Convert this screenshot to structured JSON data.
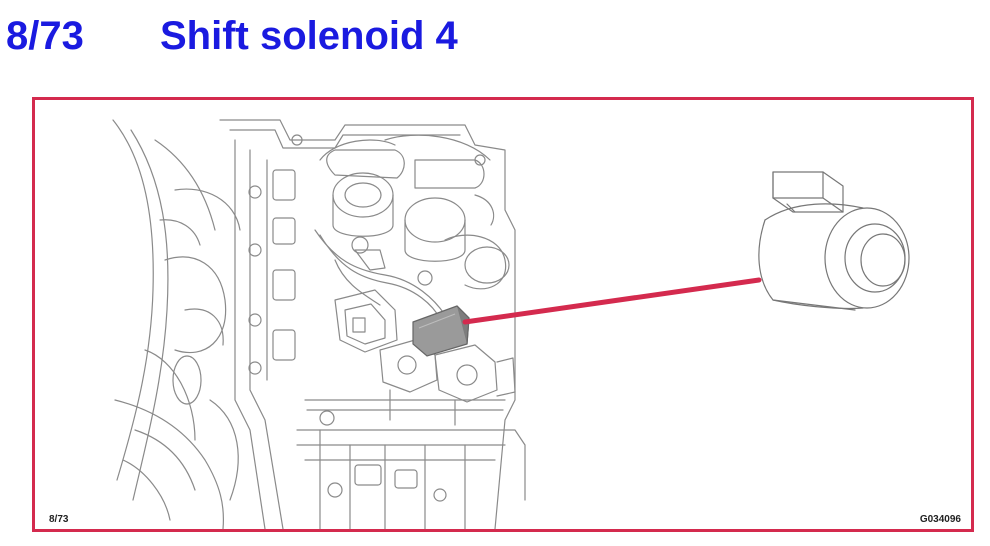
{
  "header": {
    "page_number": "8/73",
    "title": "Shift solenoid 4"
  },
  "figure": {
    "page_ref": "8/73",
    "figure_code": "G034096",
    "highlighted_part": "shift-solenoid-4",
    "colors": {
      "title": "#1a1ae0",
      "frame": "#d42a4e",
      "leader": "#d42a4e",
      "highlight": "#9a9a9a",
      "linework": "#8a8a8a"
    }
  }
}
